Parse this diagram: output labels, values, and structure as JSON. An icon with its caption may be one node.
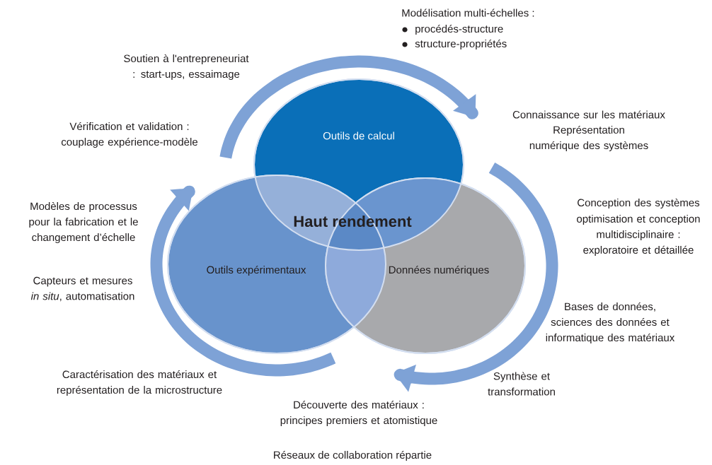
{
  "diagram": {
    "nodes": [
      {
        "text": [
          "Outils de calcul"
        ]
      },
      {
        "text": [
          "Outils expérimentaux"
        ]
      },
      {
        "text": [
          "Données numériques"
        ]
      }
    ],
    "labels": [
      "Modélisation multi-échelles :",
      "procédés-structure",
      "structure-propriétés",
      "Soutien à l'entrepreneuriat : start-ups, essaimage",
      "Connaissance sur les matériaux",
      "Représentation numérique des systèmes",
      "Vérification et validation : couplage expérience-modèle",
      "Modèles de processus pour la fabrication et le changement d’échelle",
      "Haut rendement",
      "Conception des systèmes",
      "optimisation et conception multidisciplinaire : exploratoire et détaillée",
      "Capteurs et mesures *in situ*, automatisation",
      "Bases de données, sciences des données et informatique des matériaux",
      "Caractérisation des matériaux et représentation de la microstructure",
      "Synthèse et transformation",
      "Découverte des matériaux : principes premiers et atomistique",
      "Réseaux de collaboration répartie"
    ]
  }
}
